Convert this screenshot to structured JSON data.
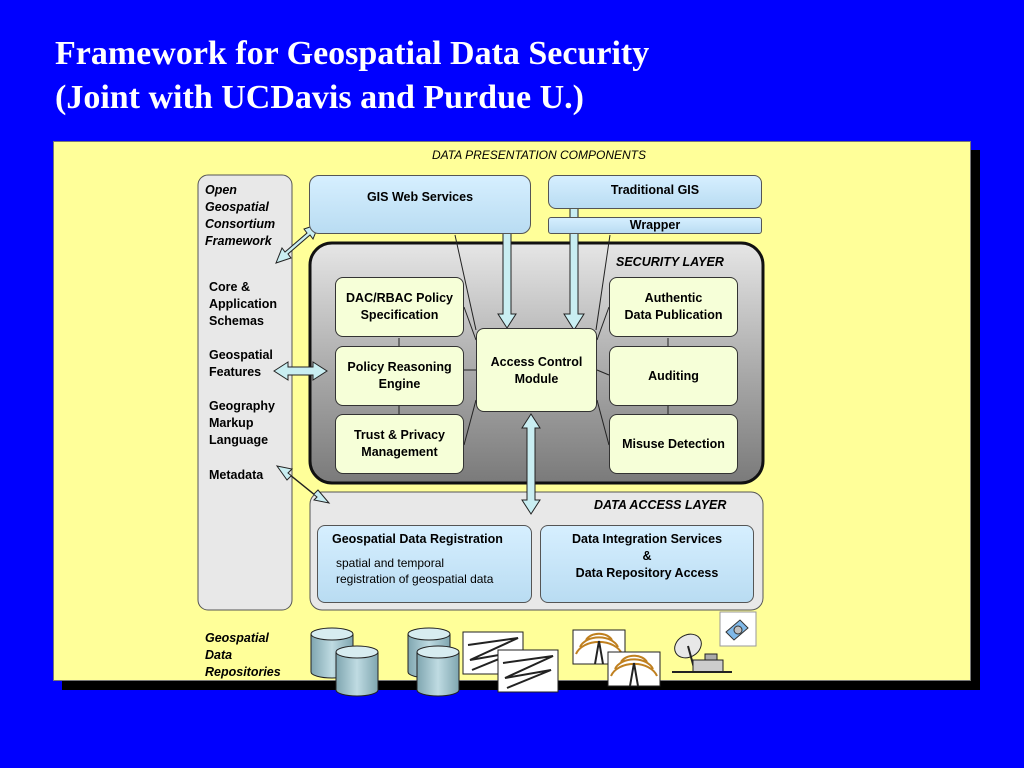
{
  "title": {
    "line1": "Framework for Geospatial Data Security",
    "line2": "(Joint with UCDavis and Purdue U.)"
  },
  "diagram": {
    "presentation_header": "DATA PRESENTATION COMPONENTS",
    "ogc_framework": [
      "Open",
      "Geospatial",
      "Consortium",
      "Framework"
    ],
    "sidebar_items": [
      "Core &\nApplication\nSchemas",
      "Geospatial\nFeatures",
      "Geography\nMarkup\nLanguage",
      "Metadata"
    ],
    "gis_web_services": "GIS Web Services",
    "traditional_gis": "Traditional GIS",
    "wrapper": "Wrapper",
    "security_layer": "SECURITY LAYER",
    "dac_rbac": "DAC/RBAC Policy\nSpecification",
    "policy_reasoning": "Policy Reasoning\nEngine",
    "trust_privacy": "Trust & Privacy\nManagement",
    "access_control": "Access Control\nModule",
    "authentic_publication": "Authentic\nData Publication",
    "auditing": "Auditing",
    "misuse_detection": "Misuse Detection",
    "data_access_layer": "DATA ACCESS LAYER",
    "geo_registration_title": "Geospatial Data Registration",
    "geo_registration_desc": "spatial and temporal\nregistration of geospatial data",
    "data_integration": "Data Integration Services\n&\nData Repository Access",
    "repositories_label": [
      "Geospatial",
      "Data",
      "Repositories"
    ]
  },
  "icons": [
    "database-cylinder-icon",
    "map-sheet-icon",
    "radio-tower-icon",
    "satellite-dish-icon",
    "satellite-icon"
  ]
}
